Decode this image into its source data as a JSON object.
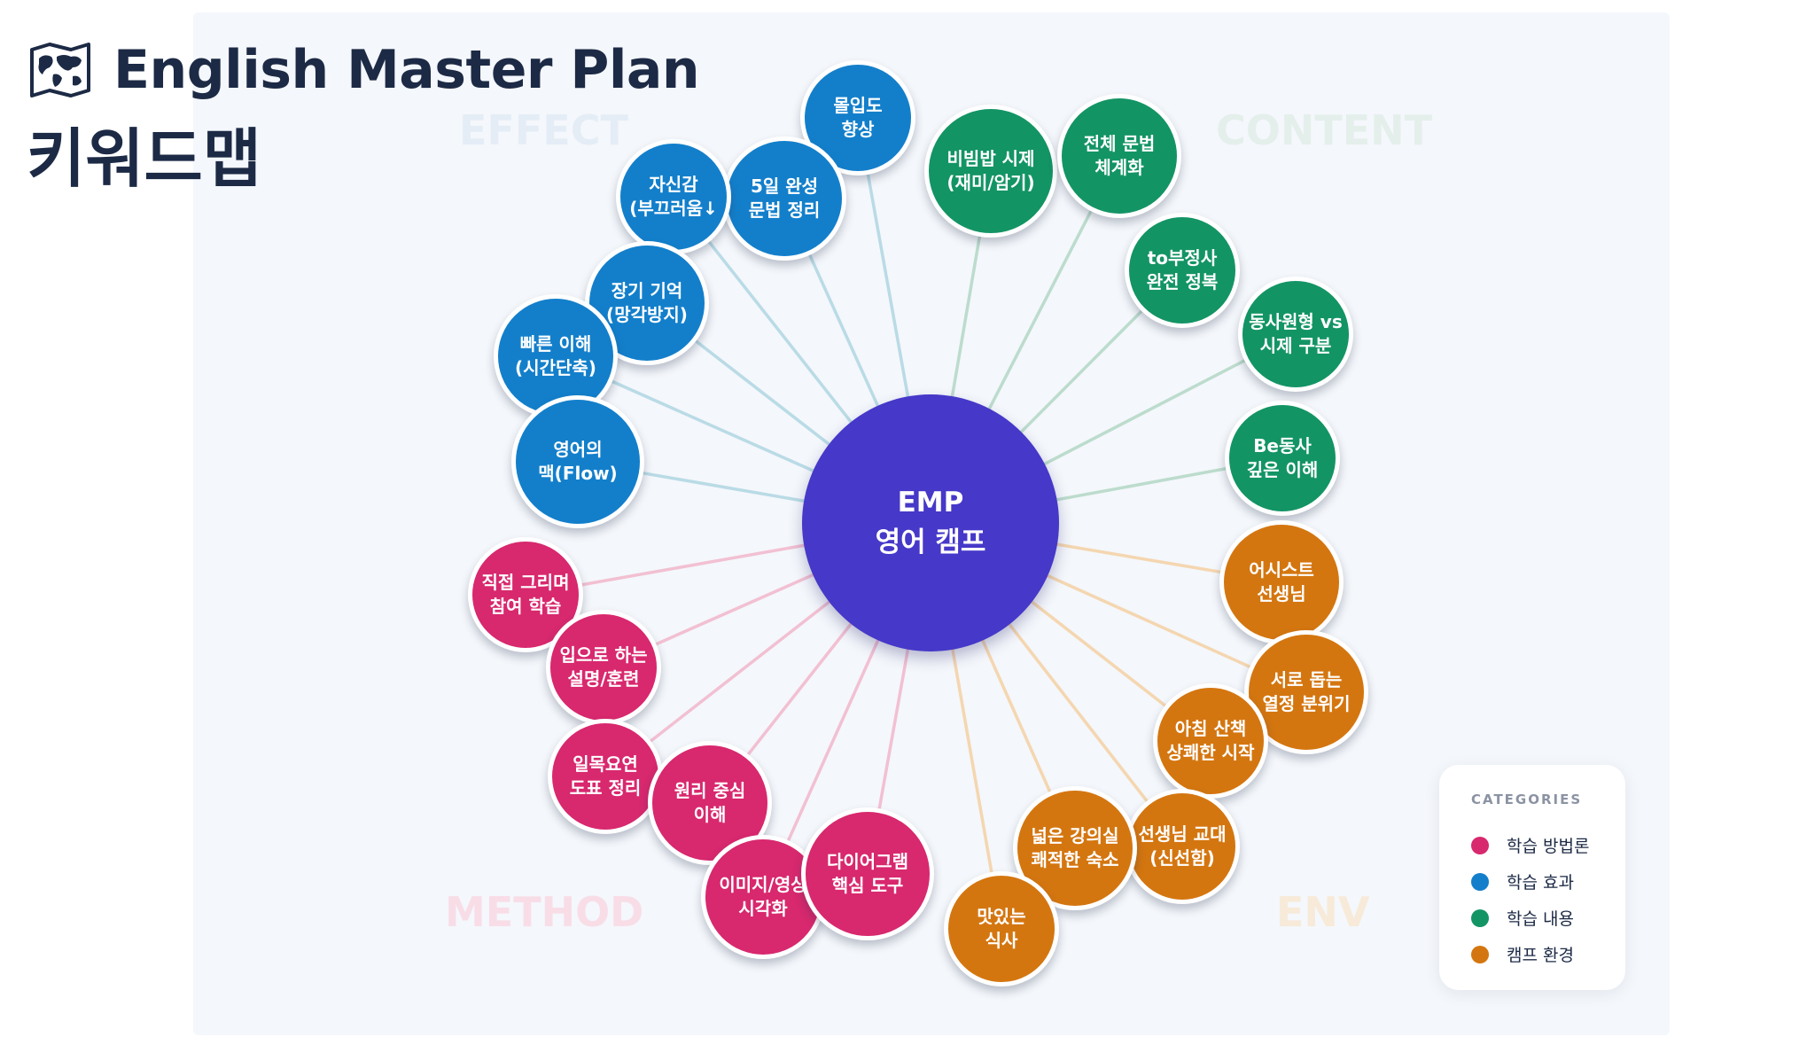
{
  "header": {
    "title": "English Master Plan",
    "subtitle": "키워드맵"
  },
  "quadrants": [
    {
      "key": "effect",
      "label": "EFFECT",
      "color": "#e4edf6"
    },
    {
      "key": "content",
      "label": "CONTENT",
      "color": "#e4efeb"
    },
    {
      "key": "method",
      "label": "METHOD",
      "color": "#f8dde7"
    },
    {
      "key": "env",
      "label": "ENV",
      "color": "#f7ead8"
    }
  ],
  "center": {
    "label": "EMP\n영어 캠프",
    "color": "#4638c8"
  },
  "categories": {
    "method": {
      "color": "#d8286e",
      "line": "#f2c0d2"
    },
    "effect": {
      "color": "#137fcb",
      "line": "#b9dbe6"
    },
    "content": {
      "color": "#139465",
      "line": "#bcdccd"
    },
    "env": {
      "color": "#d47610",
      "line": "#f4d6b0"
    }
  },
  "nodes": [
    {
      "id": "e1",
      "label": "몰입도\n향상",
      "category": "effect"
    },
    {
      "id": "e2",
      "label": "5일 완성\n문법 정리",
      "category": "effect"
    },
    {
      "id": "e3",
      "label": "자신감\n(부끄러움↓",
      "category": "effect"
    },
    {
      "id": "e4",
      "label": "장기 기억\n(망각방지)",
      "category": "effect"
    },
    {
      "id": "e5",
      "label": "빠른 이해\n(시간단축)",
      "category": "effect"
    },
    {
      "id": "e6",
      "label": "영어의\n맥(Flow)",
      "category": "effect"
    },
    {
      "id": "c1",
      "label": "비빔밥 시제\n(재미/암기)",
      "category": "content"
    },
    {
      "id": "c2",
      "label": "전체 문법\n체계화",
      "category": "content"
    },
    {
      "id": "c3",
      "label": "to부정사\n완전 정복",
      "category": "content"
    },
    {
      "id": "c4",
      "label": "동사원형 vs\n시제 구분",
      "category": "content"
    },
    {
      "id": "c5",
      "label": "Be동사\n깊은 이해",
      "category": "content"
    },
    {
      "id": "m1",
      "label": "직접 그리며\n참여 학습",
      "category": "method"
    },
    {
      "id": "m2",
      "label": "입으로 하는\n설명/훈련",
      "category": "method"
    },
    {
      "id": "m3",
      "label": "일목요연\n도표 정리",
      "category": "method"
    },
    {
      "id": "m4",
      "label": "원리 중심\n이해",
      "category": "method"
    },
    {
      "id": "m5",
      "label": "이미지/영상\n시각화",
      "category": "method"
    },
    {
      "id": "m6",
      "label": "다이어그램\n핵심 도구",
      "category": "method"
    },
    {
      "id": "v1",
      "label": "어시스트\n선생님",
      "category": "env"
    },
    {
      "id": "v2",
      "label": "서로 돕는\n열정 분위기",
      "category": "env"
    },
    {
      "id": "v3",
      "label": "아침 산책\n상쾌한 시작",
      "category": "env"
    },
    {
      "id": "v4",
      "label": "선생님 교대\n(신선함)",
      "category": "env"
    },
    {
      "id": "v5",
      "label": "넓은 강의실\n쾌적한 숙소",
      "category": "env"
    },
    {
      "id": "v6",
      "label": "맛있는\n식사",
      "category": "env"
    }
  ],
  "legend": {
    "title": "CATEGORIES",
    "items": [
      {
        "label": "학습 방법론",
        "category": "method"
      },
      {
        "label": "학습 효과",
        "category": "effect"
      },
      {
        "label": "학습 내용",
        "category": "content"
      },
      {
        "label": "캠프 환경",
        "category": "env"
      }
    ]
  }
}
